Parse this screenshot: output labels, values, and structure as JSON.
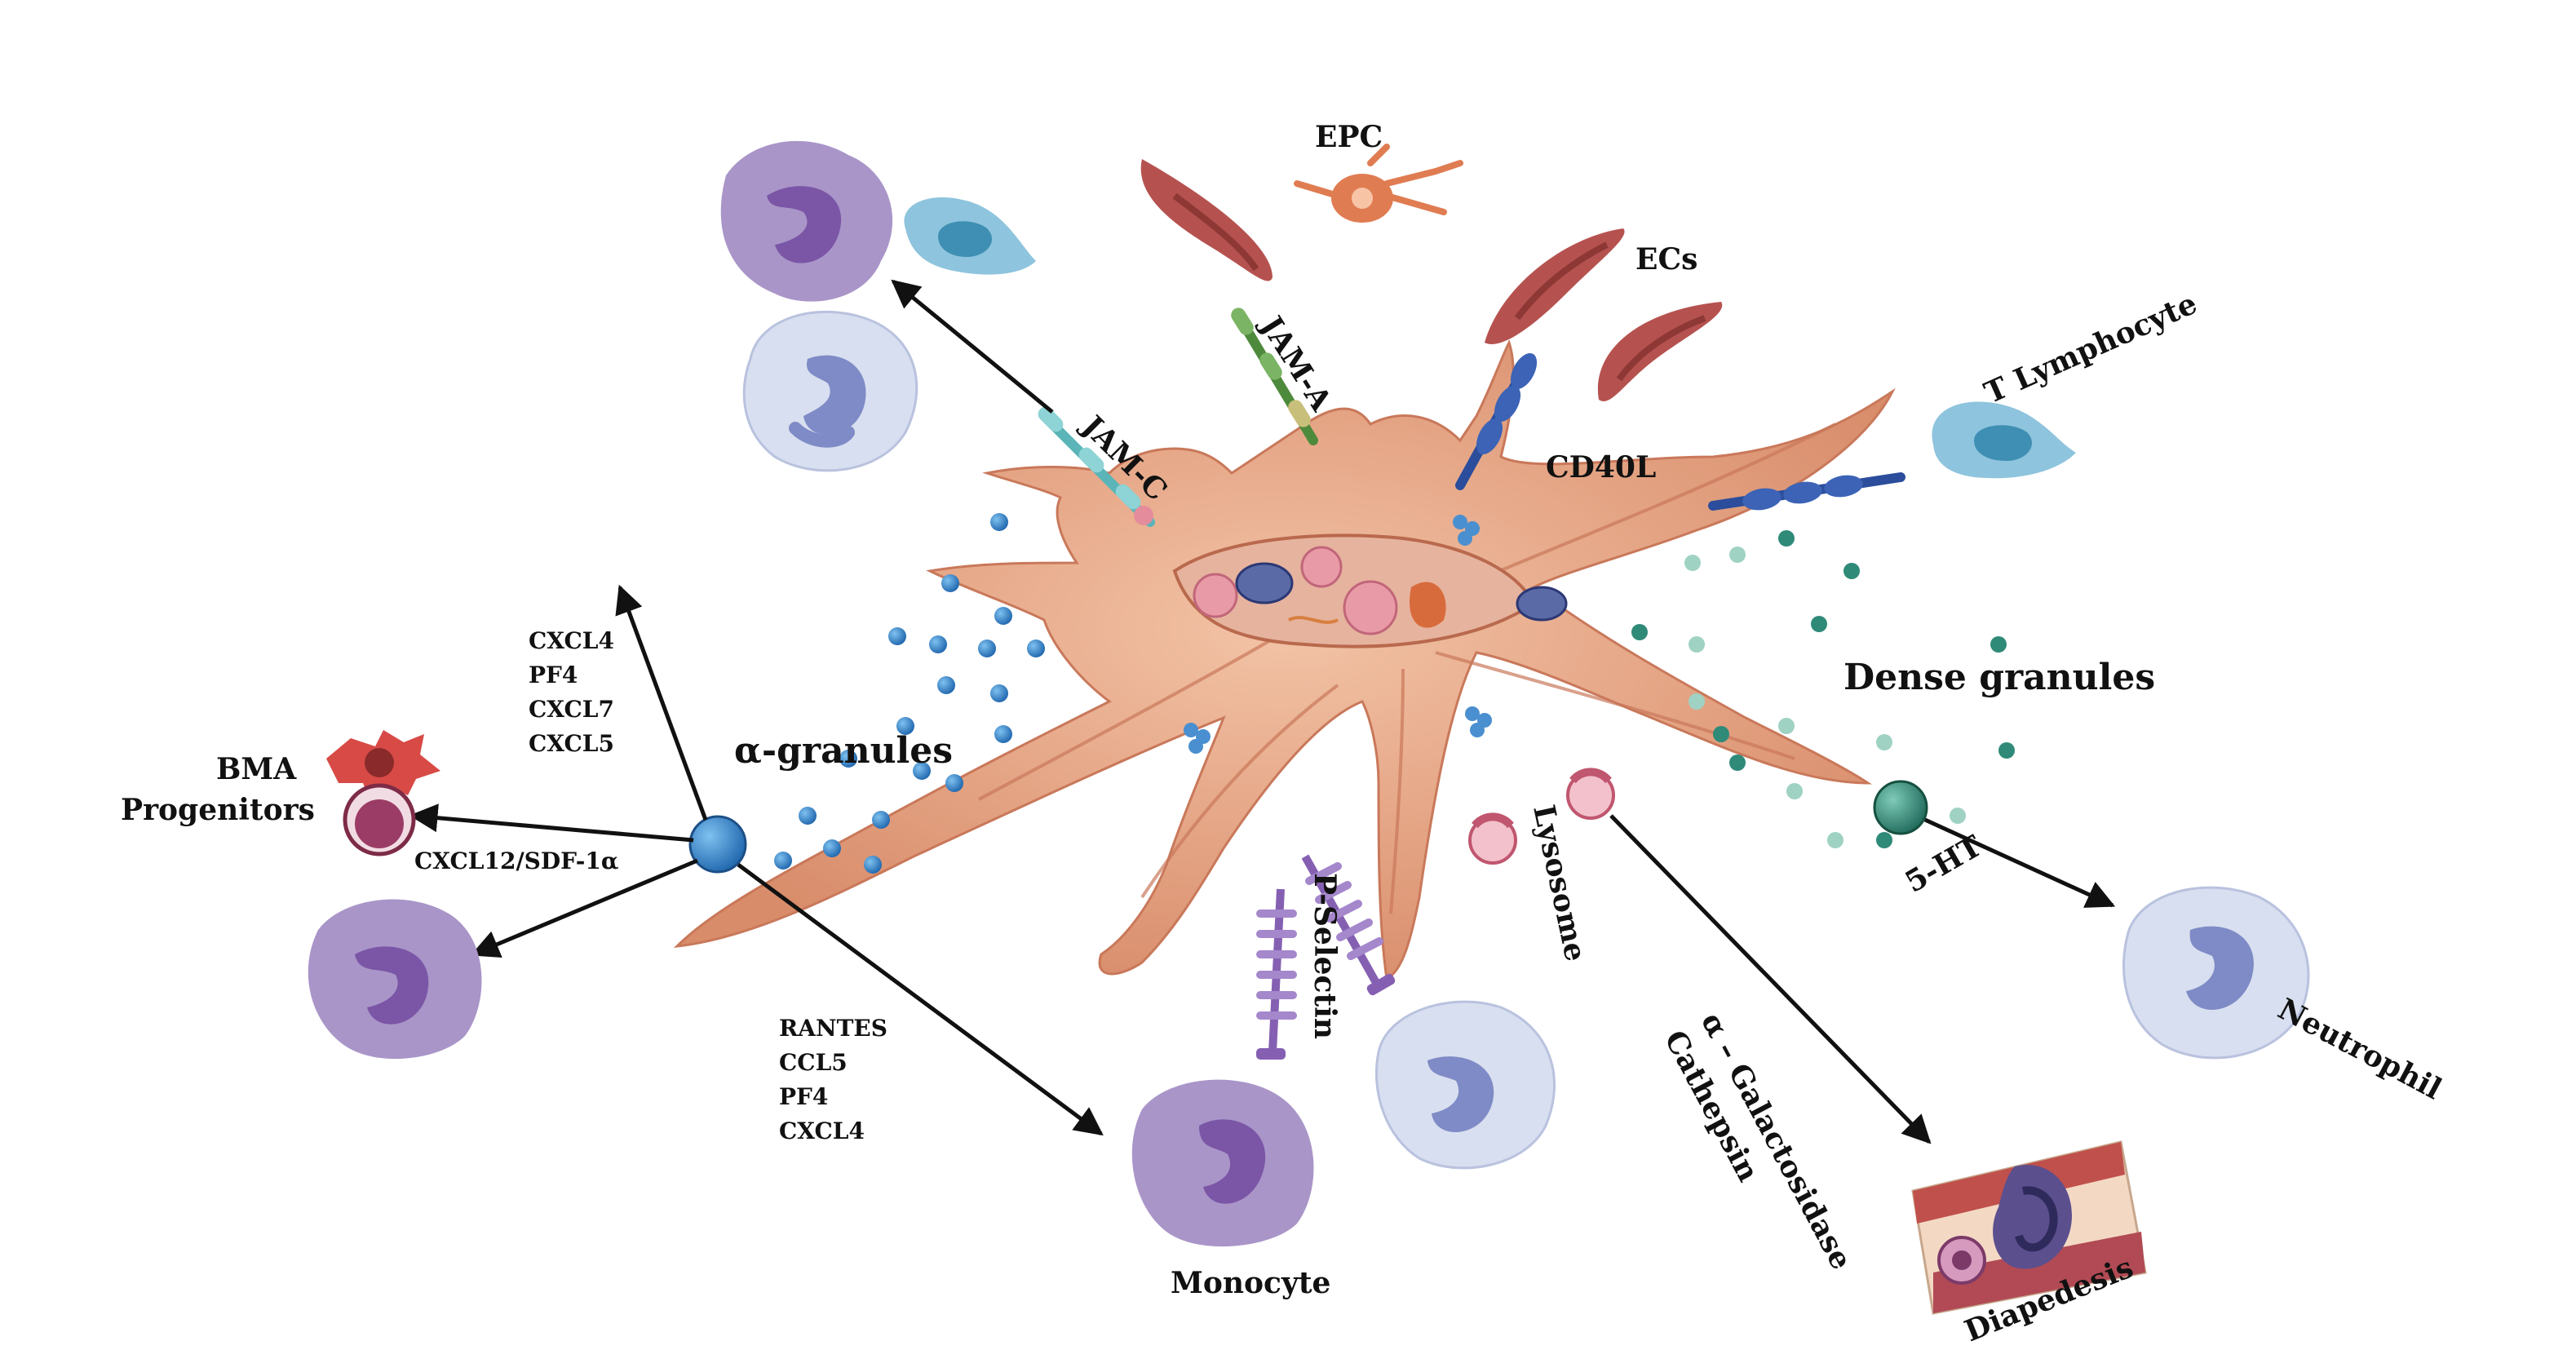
{
  "labels": {
    "epc": "EPC",
    "ecs": "ECs",
    "jam_a": "JAM-A",
    "jam_c": "JAM-C",
    "cd40l": "CD40L",
    "t_lymphocyte": "T Lymphocyte",
    "dense_granules": "Dense granules",
    "alpha_granules": "α-granules",
    "cxcl4": "CXCL4",
    "pf4": "PF4",
    "cxcl7": "CXCL7",
    "cxcl5": "CXCL5",
    "bma": "BMA",
    "progenitors": "Progenitors",
    "cxcl12": "CXCL12/SDF-1α",
    "rantes": "RANTES",
    "ccl5": "CCL5",
    "pf4_b": "PF4",
    "cxcl4_b": "CXCL4",
    "p_selectin": "P-Selectin",
    "lysosome": "Lysosome",
    "galactosidase": "α – Galactosidase",
    "cathepsin": "Cathepsin",
    "ht5": "5-HT",
    "neutrophil": "Neutrophil",
    "monocyte": "Monocyte",
    "diapedesis": "Diapedesis"
  },
  "colors": {
    "platelet": "#e9a888",
    "platelet_shade": "#c9785a",
    "monocyte": "#a995c8",
    "monocyte_nucleus": "#7b55a6",
    "neutrophil": "#d8dff0",
    "neutrophil_nucleus": "#7f8bc6",
    "lymphocyte": "#8ec4dd",
    "lymphocyte_nucleus": "#3f8fb4",
    "endothelial": "#b5524f",
    "epc": "#e07c52",
    "alpha_granule": "#2f82c9",
    "dense_granule": "#2f8a78",
    "lysosome": "#d06d86",
    "bma": "#d84a46",
    "cd40l": "#2b4d9c",
    "jam_a": "#4e8a3c",
    "jam_c": "#5bb5b8",
    "p_selectin": "#8560b2",
    "arrow": "#111111"
  }
}
